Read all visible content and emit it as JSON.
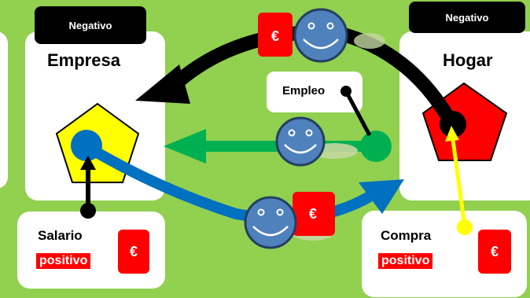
{
  "empresa": {
    "title": "Empresa",
    "status": "Negativo"
  },
  "hogar": {
    "title": "Hogar",
    "status": "Negativo"
  },
  "empleo": {
    "label": "Empleo"
  },
  "salario": {
    "label": "Salario",
    "tag": "positivo",
    "currency": "€"
  },
  "compra": {
    "label": "Compra",
    "tag": "positivo",
    "currency": "€"
  },
  "flows": {
    "top_currency": "€",
    "bottom_currency": "€"
  },
  "colors": {
    "background": "#92d050",
    "negative": "#000000",
    "positive": "#ff0000",
    "empresa_shape": "#ffff00",
    "hogar_shape": "#ff0000",
    "salary_arrow": "#0070c0",
    "job_arrow": "#00b050",
    "purchase_line": "#ffff00"
  },
  "icons": [
    "smiley-face-icon",
    "euro-icon",
    "pentagon-icon"
  ]
}
